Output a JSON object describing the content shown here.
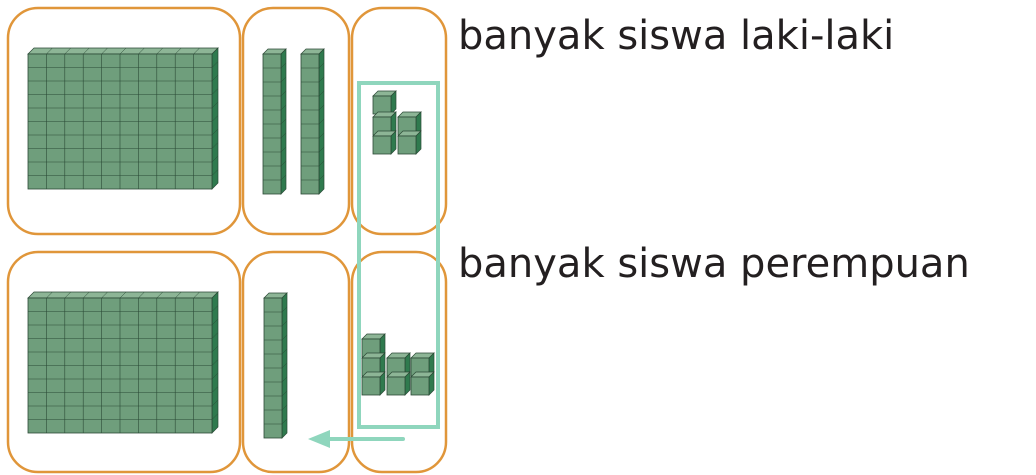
{
  "rows": [
    {
      "label": "banyak siswa laki-laki",
      "hundreds": 1,
      "tens": 2,
      "ones": 5
    },
    {
      "label": "banyak siswa perempuan",
      "hundreds": 1,
      "tens": 1,
      "ones": 7
    }
  ],
  "colors": {
    "frame": "#e0963a",
    "cube_front": "#6f9e7c",
    "cube_top": "#8db596",
    "cube_side": "#2f7a4e",
    "cube_line": "#2b4a36",
    "highlight": "#8fd6bd"
  }
}
